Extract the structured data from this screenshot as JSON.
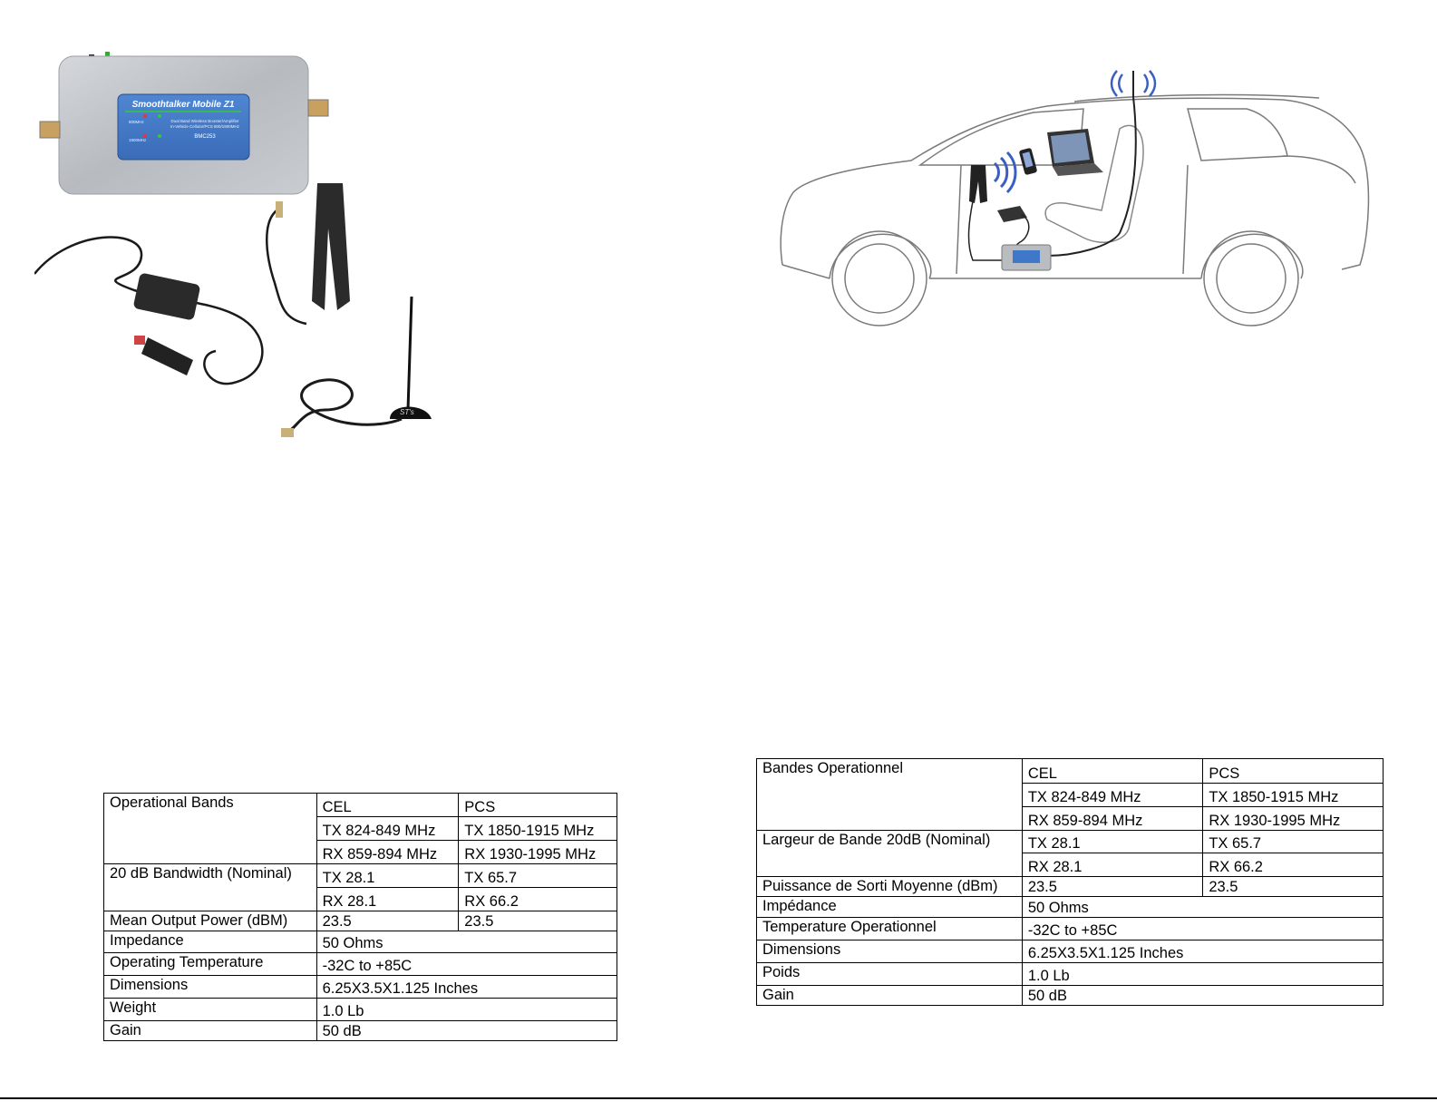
{
  "product": {
    "device_title": "Smoothtalker Mobile Z1",
    "device_subtitle": "Dual Band Wireless Booster/Amplifier",
    "device_subtitle2": "In-Vehicle Cellular/PCS 800/1900MHz",
    "band1": "800MHz",
    "band2": "1900MHz",
    "model": "BMC253",
    "antenna_logo": "ST's"
  },
  "icons": [
    "signal-waves-icon",
    "antenna-icon",
    "phone-icon",
    "laptop-icon"
  ],
  "colors": {
    "label_blue": "#3f78c8",
    "signal_blue": "#3a5fc0",
    "metal": "#b9bdc2"
  },
  "table_en": {
    "rows": [
      [
        "Operational Bands",
        "CEL",
        "PCS"
      ],
      [
        "",
        "TX 824-849 MHz",
        "TX 1850-1915 MHz"
      ],
      [
        "",
        "RX 859-894 MHz",
        "RX 1930-1995 MHz"
      ],
      [
        "20 dB Bandwidth (Nominal)",
        "TX 28.1",
        "TX 65.7"
      ],
      [
        "",
        "RX 28.1",
        "RX 66.2"
      ],
      [
        "Mean Output Power (dBM)",
        "23.5",
        "23.5"
      ],
      [
        "Impedance",
        "50 Ohms"
      ],
      [
        "Operating Temperature",
        "-32C to +85C"
      ],
      [
        "Dimensions",
        "6.25X3.5X1.125 Inches"
      ],
      [
        "Weight",
        "1.0 Lb"
      ],
      [
        "Gain",
        "50 dB"
      ]
    ]
  },
  "table_fr": {
    "rows": [
      [
        "Bandes Operationnel",
        "CEL",
        "PCS"
      ],
      [
        "",
        "TX 824-849 MHz",
        "TX 1850-1915 MHz"
      ],
      [
        "",
        "RX 859-894 MHz",
        "RX 1930-1995 MHz"
      ],
      [
        "Largeur de Bande 20dB (Nominal)",
        "TX 28.1",
        "TX 65.7"
      ],
      [
        "",
        "RX 28.1",
        "RX 66.2"
      ],
      [
        "Puissance de Sorti Moyenne (dBm)",
        "23.5",
        "23.5"
      ],
      [
        "Impédance",
        "50 Ohms"
      ],
      [
        "Temperature Operationnel",
        "-32C to +85C"
      ],
      [
        "Dimensions",
        "6.25X3.5X1.125 Inches"
      ],
      [
        "Poids",
        "1.0 Lb"
      ],
      [
        "Gain",
        "50 dB"
      ]
    ]
  }
}
